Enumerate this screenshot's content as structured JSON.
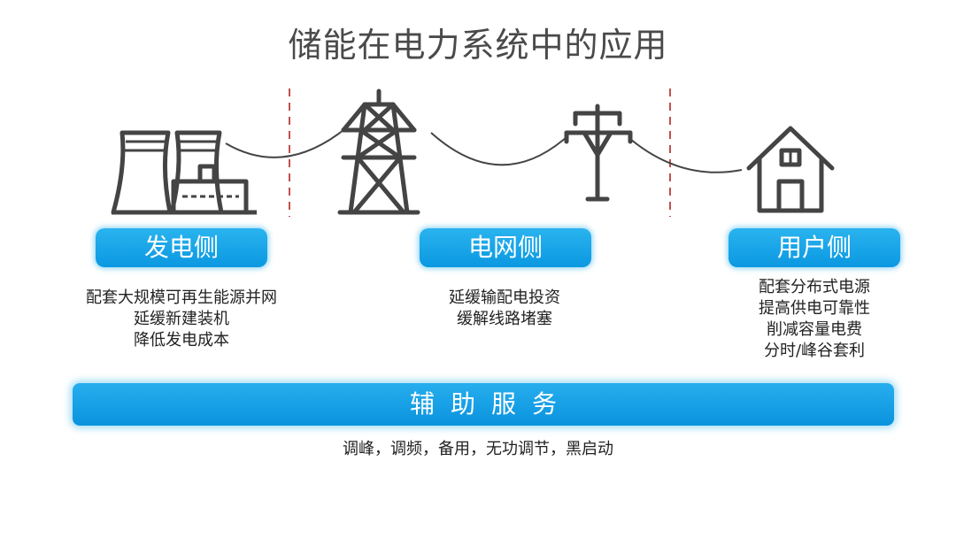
{
  "title": "储能在电力系统中的应用",
  "sections": [
    {
      "label": "发电侧",
      "icon": "power-plant-icon",
      "items": [
        "配套大规模可再生能源并网",
        "延缓新建装机",
        "降低发电成本"
      ]
    },
    {
      "label": "电网侧",
      "icon": "transmission-tower-icon",
      "items": [
        "延缓输配电投资",
        "缓解线路堵塞"
      ]
    },
    {
      "label": "用户侧",
      "icon": "house-icon",
      "items": [
        "配套分布式电源",
        "提高供电可靠性",
        "削减容量电费",
        "分时/峰谷套利"
      ]
    }
  ],
  "service": {
    "label": "辅助服务",
    "detail": "调峰，调频，备用，无功调节，黑启动"
  },
  "colors": {
    "accent": "#0a98e1",
    "divider": "#c0504d",
    "icon": "#444444"
  }
}
